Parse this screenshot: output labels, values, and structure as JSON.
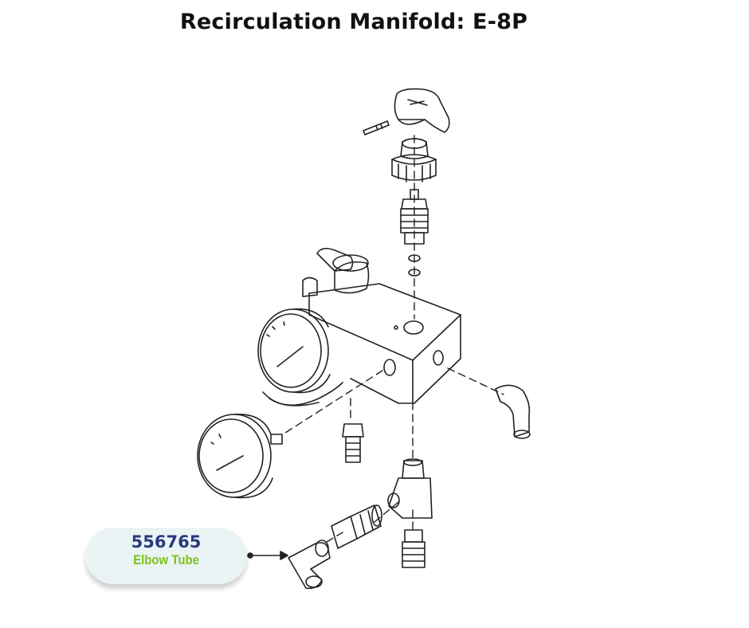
{
  "title": "Recirculation Manifold: E-8P",
  "callout": {
    "part_number": "556765",
    "part_name": "Elbow Tube"
  },
  "colors": {
    "part_number": "#2a3a7c",
    "part_name": "#7cc21f",
    "callout_bg": "#eaf4f5",
    "line": "#222222"
  }
}
